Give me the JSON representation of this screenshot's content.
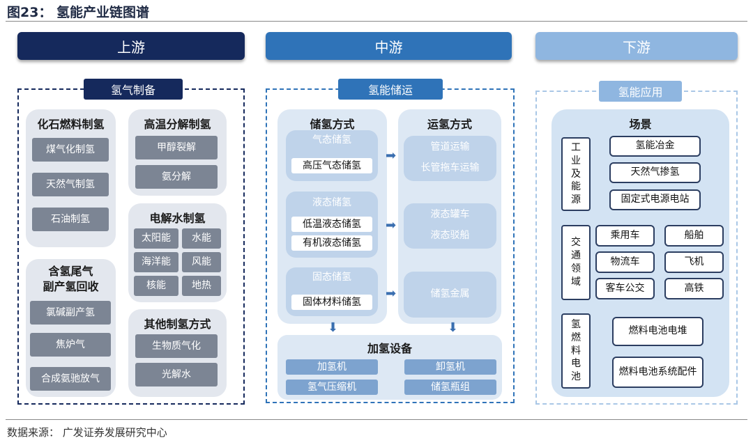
{
  "figure": {
    "title": "图23：  氢能产业链图谱",
    "source": "数据来源：  广发证券发展研究中心"
  },
  "colors": {
    "upstream": "#15295c",
    "midstream": "#2f73b8",
    "downstream": "#8fb6e0"
  },
  "headers": {
    "up": "上游",
    "mid": "中游",
    "down": "下游"
  },
  "upstream": {
    "panel_label": "氢气制备",
    "fossil": {
      "title": "化石燃料制氢",
      "items": [
        "煤气化制氢",
        "天然气制氢",
        "石油制氢"
      ]
    },
    "byproduct": {
      "title_line1": "含氢尾气",
      "title_line2": "副产氢回收",
      "items": [
        "氯碱副产氢",
        "焦炉气",
        "合成氨驰放气"
      ]
    },
    "pyrolysis": {
      "title": "高温分解制氢",
      "items": [
        "甲醇裂解",
        "氨分解"
      ]
    },
    "electrolysis": {
      "title": "电解水制氢",
      "items": [
        "太阳能",
        "水能",
        "海洋能",
        "风能",
        "核能",
        "地热"
      ]
    },
    "other": {
      "title": "其他制氢方式",
      "items": [
        "生物质气化",
        "光解水"
      ]
    }
  },
  "midstream": {
    "panel_label": "氢能储运",
    "storage": {
      "title": "储氢方式",
      "gas": {
        "title": "气态储氢",
        "items": [
          "高压气态储氢"
        ]
      },
      "liquid": {
        "title": "液态储氢",
        "items": [
          "低温液态储氢",
          "有机液态储氢"
        ]
      },
      "solid": {
        "title": "固态储氢",
        "items": [
          "固体材料储氢"
        ]
      }
    },
    "transport": {
      "title": "运氢方式",
      "gas_items": [
        "管道运输",
        "长管拖车运输"
      ],
      "liquid_items": [
        "液态罐车",
        "液态驳船"
      ],
      "solid_items": [
        "储氢金属"
      ]
    },
    "refuel": {
      "title": "加氢设备",
      "items": [
        "加氢机",
        "卸氢机",
        "氢气压缩机",
        "储氢瓶组"
      ]
    }
  },
  "downstream": {
    "panel_label": "氢能应用",
    "scene_title": "场景",
    "industry": {
      "label_chars": [
        "工",
        "业",
        "及",
        "能",
        "源"
      ],
      "items": [
        "氢能冶金",
        "天然气掺氢",
        "固定式电源电站"
      ]
    },
    "transport": {
      "label_chars": [
        "交",
        "通",
        "领",
        "域"
      ],
      "items": [
        "乘用车",
        "船舶",
        "物流车",
        "飞机",
        "客车公交",
        "高铁"
      ]
    },
    "fuelcell": {
      "label_chars": [
        "氢",
        "燃",
        "料",
        "电",
        "池"
      ],
      "items": [
        "燃料电池电堆",
        "燃料电池系统配件"
      ]
    }
  }
}
